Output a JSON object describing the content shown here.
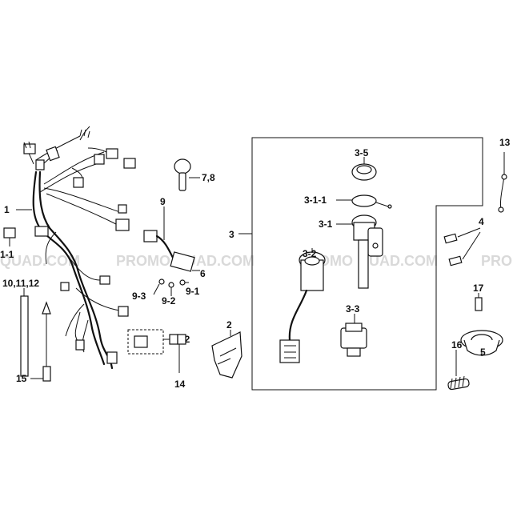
{
  "labels": {
    "p1": "1",
    "p1_1": "1-1",
    "p1_2": "1-2",
    "p2": "2",
    "p3": "3",
    "p3_1": "3-1",
    "p3_1_1": "3-1-1",
    "p3_2": "3-2",
    "p3_3": "3-3",
    "p3_5": "3-5",
    "p4": "4",
    "p5": "5",
    "p6": "6",
    "p7_8": "7,8",
    "p9": "9",
    "p9_1": "9-1",
    "p9_2": "9-2",
    "p9_3": "9-3",
    "p10_11_12": "10,11,12",
    "p13": "13",
    "p14": "14",
    "p15": "15",
    "p16": "16",
    "p17": "17"
  },
  "watermark": {
    "w1": "QUAD.COM",
    "w2": "PROMO",
    "w3": "QUAD.COM",
    "w4": "PROMO",
    "w5": "QUAD.COM",
    "w6": "PRO"
  }
}
